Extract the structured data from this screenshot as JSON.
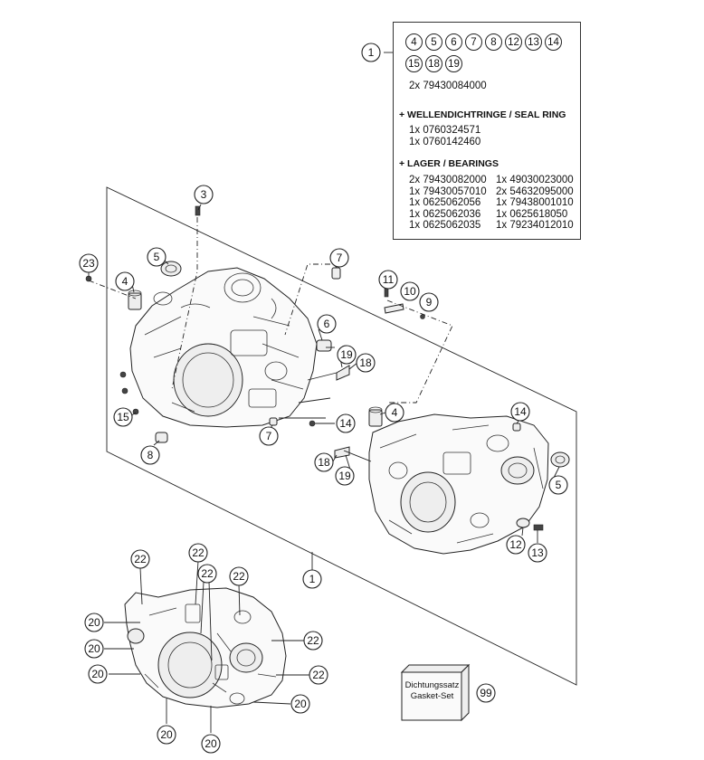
{
  "info_box": {
    "callout": "1",
    "chips_row1": [
      "4",
      "5",
      "6",
      "7",
      "8",
      "12",
      "13",
      "14"
    ],
    "chips_row2": [
      "15",
      "18",
      "19"
    ],
    "kit_line": "2x 79430084000",
    "seal_header": "+ WELLENDICHTRINGE /  SEAL RING",
    "seal_items": [
      "1x 0760324571",
      "1x 0760142460"
    ],
    "bearing_header": "+ LAGER / BEARINGS",
    "bearing_items": [
      "2x 79430082000",
      "1x 49030023000",
      "1x 79430057010",
      "2x 54632095000",
      "1x 0625062056",
      "1x 79438001010",
      "1x 0625062036",
      "1x 0625618050",
      "1x 0625062035",
      "1x 79234012010"
    ]
  },
  "callouts": {
    "c3": "3",
    "c23": "23",
    "c4_left": "4",
    "c5_left": "5",
    "c7_top": "7",
    "c11": "11",
    "c10": "10",
    "c9": "9",
    "c6": "6",
    "c19_top": "19",
    "c18_top": "18",
    "c15": "15",
    "c8": "8",
    "c7_bottom": "7",
    "c14_mid": "14",
    "c4_right": "4",
    "c14_right": "14",
    "c18_bottom": "18",
    "c19_bottom": "19",
    "c5_right": "5",
    "c12": "12",
    "c13": "13",
    "c1_main": "1",
    "c22_a": "22",
    "c22_b": "22",
    "c22_c": "22",
    "c22_d": "22",
    "c22_e": "22",
    "c22_f": "22",
    "c20_a": "20",
    "c20_b": "20",
    "c20_c": "20",
    "c20_d": "20",
    "c20_e": "20",
    "c20_f": "20",
    "c99": "99"
  },
  "gasket_set": {
    "line1": "Dichtungssatz",
    "line2": "Gasket-Set"
  }
}
